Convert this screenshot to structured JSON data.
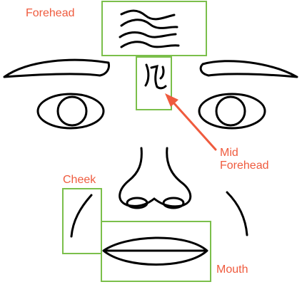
{
  "labels": {
    "forehead": "Forehead",
    "mid_forehead_line1": "Mid",
    "mid_forehead_line2": "Forehead",
    "cheek": "Cheek",
    "mouth": "Mouth"
  },
  "colors": {
    "label_text": "#ef5b3e",
    "box_stroke": "#7bbf4b",
    "face_stroke": "#000000",
    "arrow": "#ef5b3e"
  }
}
